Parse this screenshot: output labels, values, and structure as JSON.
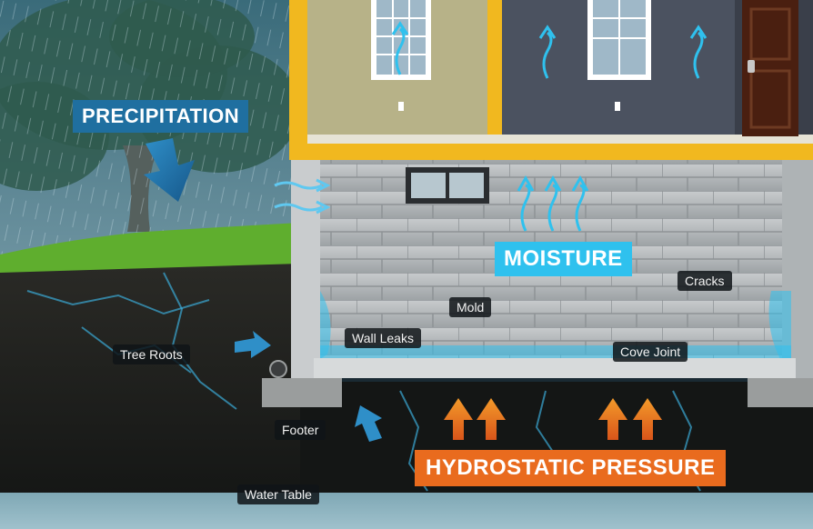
{
  "diagram": {
    "labels": {
      "precipitation": "PRECIPITATION",
      "moisture": "MOISTURE",
      "hydrostatic_pressure": "HYDROSTATIC PRESSURE",
      "cracks": "Cracks",
      "mold": "Mold",
      "wall_leaks": "Wall Leaks",
      "cove_joint": "Cove Joint",
      "tree_roots": "Tree Roots",
      "footer": "Footer",
      "water_table": "Water Table"
    },
    "colors": {
      "water": "#2fc1ee",
      "pressure": "#e96b1e",
      "precipitation": "#1f6fa0",
      "soil": "#1b1c1a",
      "grass": "#5fae2e",
      "sky": "#4c7a88",
      "house_wall_left": "#b7b288",
      "house_wall_right": "#4b5260",
      "framing": "#f1b81f",
      "door": "#4a1f10",
      "basement_block": "#c9ccce"
    },
    "icons": [
      "rain-wind-arrows-icon",
      "moisture-arrows-icon",
      "pressure-arrows-icon",
      "seepage-arrows-icon"
    ]
  }
}
